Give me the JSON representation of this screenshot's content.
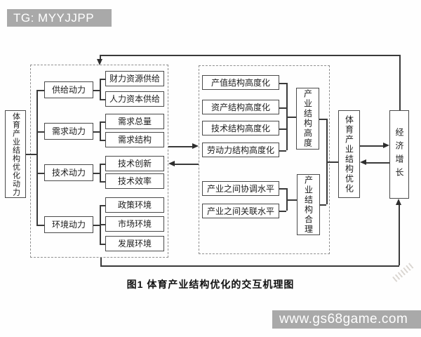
{
  "watermarks": {
    "tg_label": "TG: MYYJJPP",
    "url_label": "www.gs68game.com"
  },
  "diagram": {
    "caption": "图1  体育产业结构优化的交互机理图",
    "source_box": "体育产业结构优化动力",
    "drivers": [
      "供给动力",
      "需求动力",
      "技术动力",
      "环境动力"
    ],
    "factors": [
      "财力资源供给",
      "人力资本供给",
      "需求总量",
      "需求结构",
      "技术创新",
      "技术效率",
      "政策环境",
      "市场环境",
      "发展环境"
    ],
    "upgrades": [
      "产值结构高度化",
      "资产结构高度化",
      "技术结构高度化",
      "劳动力结构高度化"
    ],
    "coordination": [
      "产业之间协调水平",
      "产业之间关联水平"
    ],
    "height_box": "产业结构高度",
    "rationality_box": "产业结构合理",
    "optimization_box": "体育产业结构优化",
    "growth_box": "经济增长"
  },
  "colors": {
    "band_gray": "#a9a9a9",
    "line": "#3a3a3a",
    "background": "#ffffff"
  }
}
